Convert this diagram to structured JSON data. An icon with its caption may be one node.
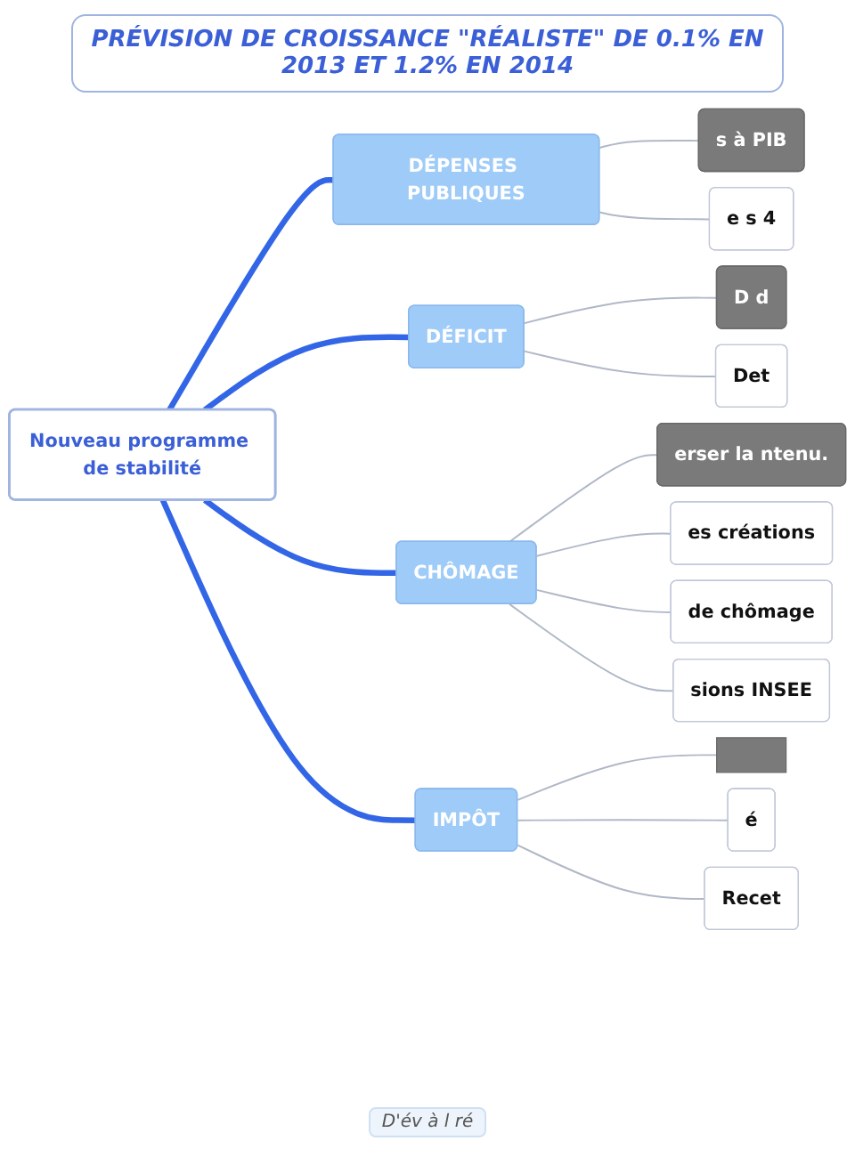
{
  "diagram": {
    "title": "PRÉVISION DE CROISSANCE \"RÉALISTE\" DE 0.1% EN 2013 ET 1.2% EN 2014",
    "nodes": [
      {
        "text": [
          "Nouveau programme de stabilité"
        ]
      },
      {
        "text": [
          "DÉPENSES PUBLIQUES"
        ]
      },
      {
        "text": [
          "DÉFICIT"
        ]
      },
      {
        "text": [
          "CHÔMAGE"
        ]
      },
      {
        "text": [
          "IMPÔT"
        ]
      },
      {
        "text": [
          "s à PIB"
        ]
      },
      {
        "text": [
          "e s 4"
        ]
      },
      {
        "text": [
          "D d"
        ]
      },
      {
        "text": [
          "Det"
        ]
      },
      {
        "text": [
          "erser la ntenu."
        ]
      },
      {
        "text": [
          "es créations"
        ]
      },
      {
        "text": [
          "de chômage"
        ]
      },
      {
        "text": [
          "sions INSEE"
        ]
      },
      {
        "text": [],
        "shape": "box"
      },
      {
        "text": [
          "é"
        ]
      },
      {
        "text": [
          "Recet"
        ]
      }
    ],
    "edges": [
      {
        "from": 0,
        "to": 1,
        "arrow": "none",
        "style": "thick",
        "color": "#3366e6"
      },
      {
        "from": 0,
        "to": 2,
        "arrow": "none",
        "style": "thick",
        "color": "#3366e6"
      },
      {
        "from": 0,
        "to": 3,
        "arrow": "none",
        "style": "thick",
        "color": "#3366e6"
      },
      {
        "from": 0,
        "to": 4,
        "arrow": "none",
        "style": "thick",
        "color": "#3366e6"
      },
      {
        "from": 1,
        "to": 5,
        "arrow": "none"
      },
      {
        "from": 1,
        "to": 6,
        "arrow": "none"
      },
      {
        "from": 2,
        "to": 7,
        "arrow": "none"
      },
      {
        "from": 2,
        "to": 8,
        "arrow": "none"
      },
      {
        "from": 3,
        "to": 9,
        "arrow": "none"
      },
      {
        "from": 3,
        "to": 10,
        "arrow": "none"
      },
      {
        "from": 3,
        "to": 11,
        "arrow": "none"
      },
      {
        "from": 3,
        "to": 12,
        "arrow": "none"
      },
      {
        "from": 4,
        "to": 13,
        "arrow": "none"
      },
      {
        "from": 4,
        "to": 14,
        "arrow": "none"
      },
      {
        "from": 4,
        "to": 15,
        "arrow": "none"
      }
    ],
    "labels": [
      "D'év à l ré"
    ]
  }
}
